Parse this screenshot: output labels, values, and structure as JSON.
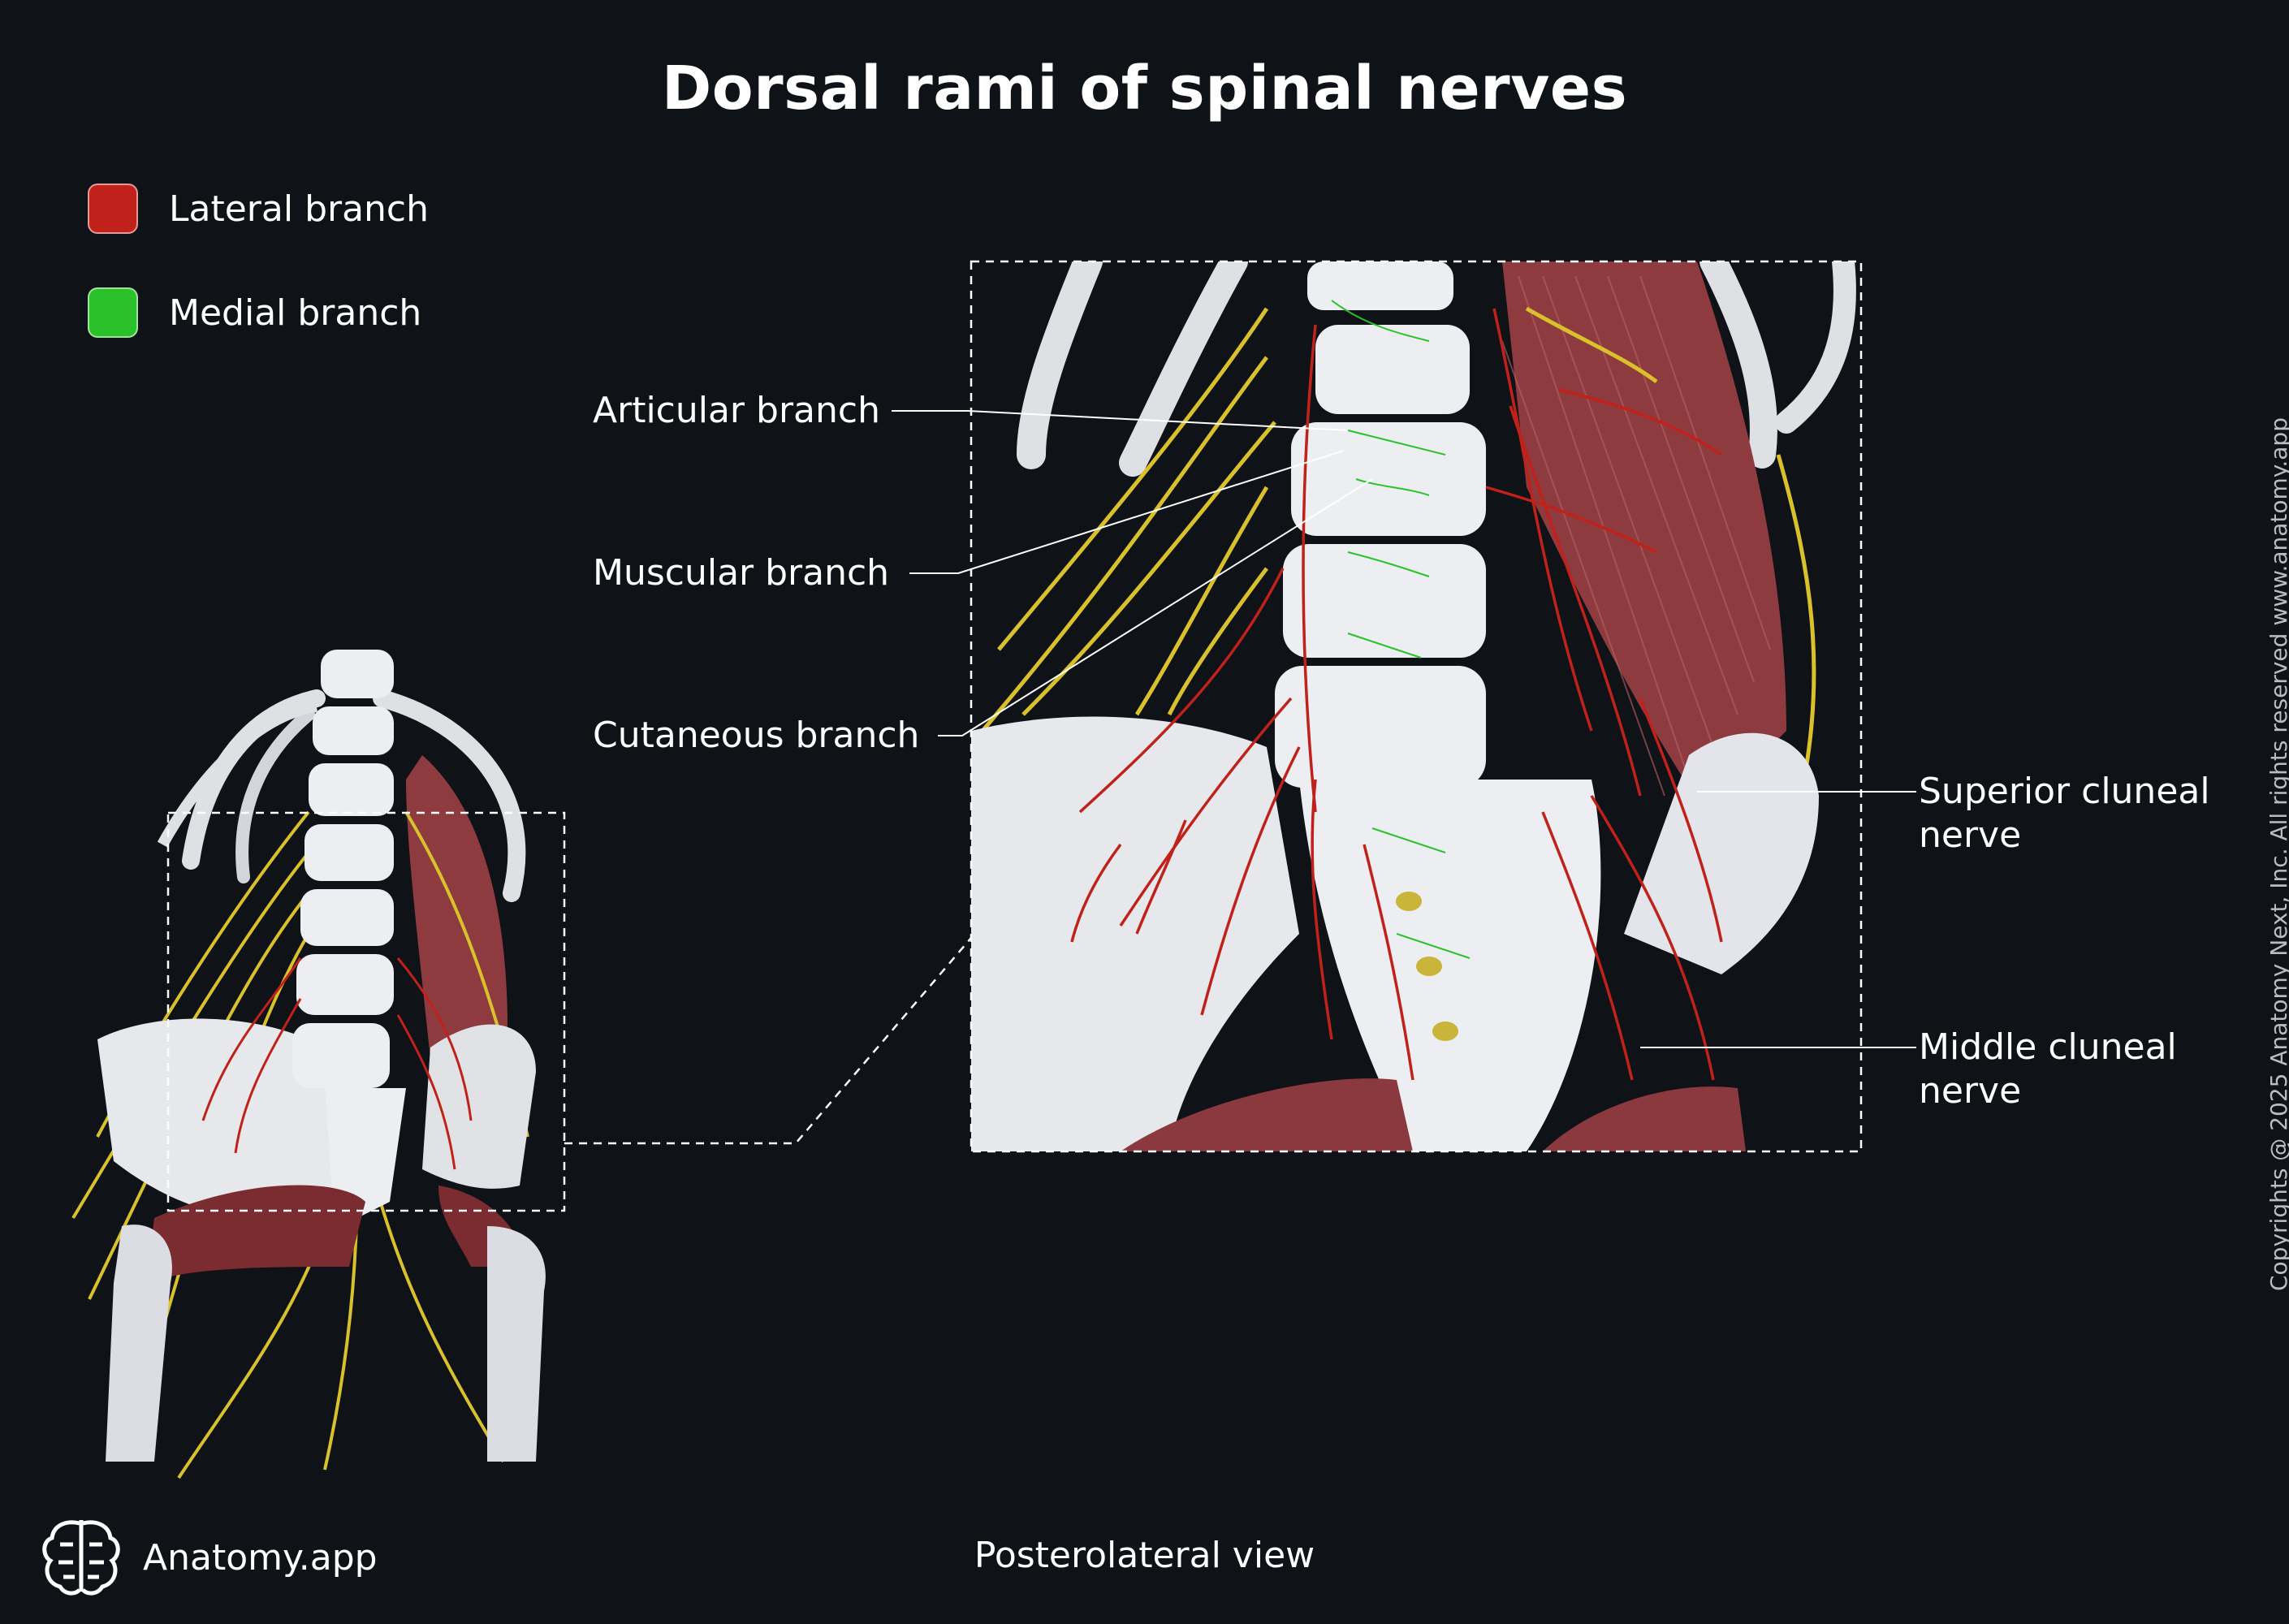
{
  "title": "Dorsal rami of spinal nerves",
  "legend": [
    {
      "label": "Lateral branch",
      "color": "#c0211a"
    },
    {
      "label": "Medial branch",
      "color": "#2ac12a"
    }
  ],
  "labels": {
    "articular": "Articular branch",
    "muscular": "Muscular branch",
    "cutaneous": "Cutaneous branch",
    "superior_cluneal_line1": "Superior cluneal",
    "superior_cluneal_line2": "nerve",
    "middle_cluneal_line1": "Middle cluneal",
    "middle_cluneal_line2": "nerve"
  },
  "view": "Posterolateral view",
  "brand": "Anatomy.app",
  "copyright": "Copyrights @ 2025 Anatomy Next, Inc. All rights reserved www.anatomy.app",
  "colors": {
    "background": "#0f1217",
    "bone": "#e7e8ec",
    "muscle": "#8e3b3f",
    "nerve": "#d8c12a",
    "lateral_branch": "#c0211a",
    "medial_branch": "#2ac12a"
  },
  "icons": [
    "brain-logo-icon"
  ]
}
